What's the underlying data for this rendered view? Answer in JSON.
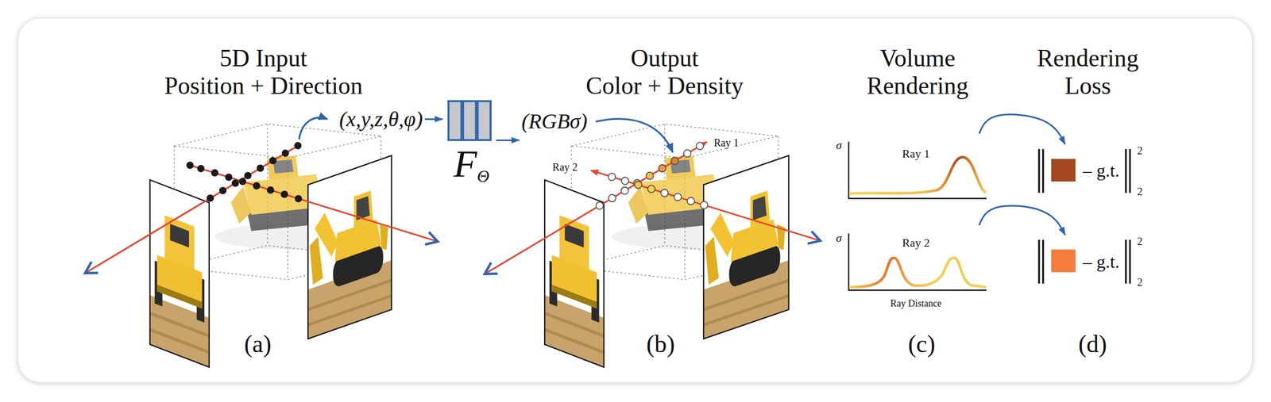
{
  "diagram": {
    "nodes": [
      {
        "text": [
          "(x,y,z,θ,φ)"
        ]
      },
      {
        "text": [
          "F",
          "Θ"
        ]
      },
      {
        "text": [
          "(RGBσ)"
        ]
      },
      {
        "text": [
          "σ",
          "Ray 1"
        ]
      },
      {
        "text": [
          "σ",
          "Ray 2",
          "Ray Distance"
        ]
      },
      {
        "text": [
          "– g.t.",
          "2",
          "2"
        ]
      },
      {
        "text": [
          "– g.t.",
          "2",
          "2"
        ]
      }
    ],
    "edges": [
      {
        "from": 0,
        "to": 1,
        "arrow": "to"
      },
      {
        "from": 1,
        "to": 2,
        "arrow": "to"
      },
      {
        "from": 3,
        "to": 5,
        "arrow": "to"
      },
      {
        "from": 4,
        "to": 6,
        "arrow": "to"
      }
    ],
    "labels": [
      "5D Input",
      "Position + Direction",
      "Output",
      "Color + Density",
      "Volume",
      "Rendering",
      "Rendering",
      "Loss",
      "Ray 1",
      "Ray 2",
      "(a)",
      "(b)",
      "(c)",
      "(d)"
    ]
  }
}
